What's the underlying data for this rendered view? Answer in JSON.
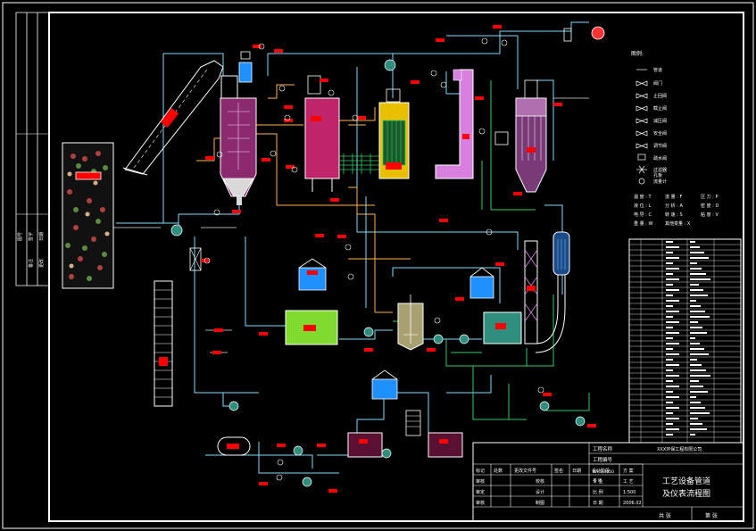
{
  "legend": {
    "title": "图例:",
    "items": [
      "管道",
      "阀门",
      "止回阀",
      "截止阀",
      "减压阀",
      "安全阀",
      "调节阀",
      "疏水阀",
      "过滤器",
      "孔板",
      "流量计"
    ]
  },
  "instrument_codes": [
    [
      "温 度 : T",
      "流 量 : F",
      "压 力 : P"
    ],
    [
      "液 位 : L",
      "分 析 : A",
      "密 度 : D"
    ],
    [
      "电 导 : C",
      "转 速 : S",
      "粘 度 : V"
    ],
    [
      "重 量 : W",
      "其他变量 : X",
      ""
    ]
  ],
  "title_block": {
    "project_name_label": "工程名称",
    "project_no_label": "工程编号",
    "sub_label": "子 项",
    "drawing_no": "BA(S)0650",
    "designer_org": "XXX环保工程有限公司",
    "header_cells": [
      "标记",
      "处数",
      "更改文件号",
      "签名",
      "日期",
      "设计阶段",
      "方 案"
    ],
    "rows": [
      [
        "审核",
        "",
        "校核",
        "",
        "专 业",
        "工 艺"
      ],
      [
        "审定",
        "",
        "设计",
        "",
        "比 例",
        "1:500"
      ],
      [
        "审核",
        "",
        "制图",
        "",
        "日 期",
        "2006.02"
      ]
    ],
    "title_line1": "工艺设备管道",
    "title_line2": "及仪表流程图",
    "sheet_total": "共  张",
    "sheet_no": "第  张"
  },
  "side_strip": {
    "labels": [
      "图号",
      "签字",
      "日期",
      "备注",
      "更改"
    ]
  },
  "colors": {
    "background": "#000000",
    "frame": "#ffffff",
    "pipe_cyan": "#7fdcff",
    "pipe_orange": "#ffb347",
    "pipe_green": "#33cc66",
    "furnace": "#8b2a6e",
    "boiler": "#c0246b",
    "economizer": "#e8c000",
    "duct": "#d880e0",
    "filter": "#7a3a78",
    "tank_green": "#7fdc2f",
    "tank_teal": "#2f8f7f",
    "sump": "#5a1030",
    "warning": "#ff0000"
  }
}
